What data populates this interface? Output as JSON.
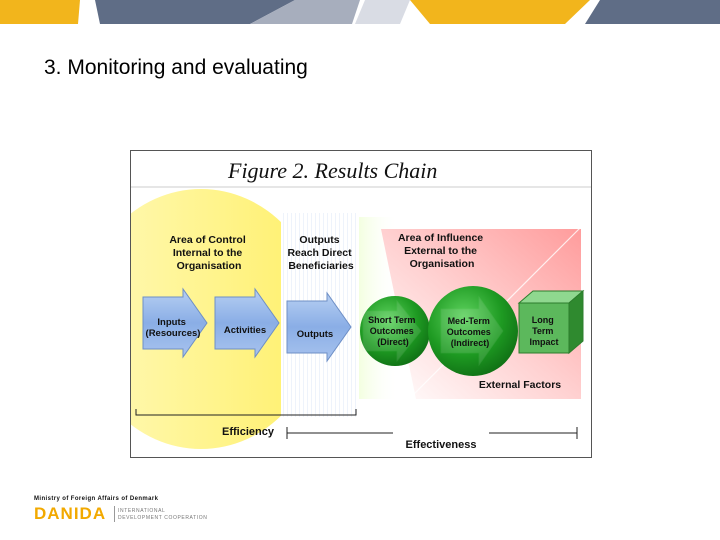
{
  "slide": {
    "title": "3. Monitoring and evaluating"
  },
  "figure": {
    "title": "Figure 2.  Results Chain",
    "zones": {
      "control": [
        "Area of Control",
        "Internal to the",
        "Organisation"
      ],
      "outputs": [
        "Outputs",
        "Reach Direct",
        "Beneficiaries"
      ],
      "influence": [
        "Area of Influence",
        "External to the",
        "Organisation"
      ],
      "external_factors": "External Factors"
    },
    "chain": {
      "inputs": [
        "Inputs",
        "(Resources)"
      ],
      "activities": "Activities",
      "outputs": "Outputs",
      "short_term": [
        "Short Term",
        "Outcomes",
        "(Direct)"
      ],
      "med_term": [
        "Med-Term",
        "Outcomes",
        "(Indirect)"
      ],
      "long_term": [
        "Long",
        "Term",
        "Impact"
      ]
    },
    "brackets": {
      "efficiency": "Efficiency",
      "effectiveness": "Effectiveness"
    }
  },
  "footer": {
    "ministry": "Ministry of Foreign Affairs of Denmark",
    "brand": "DANIDA",
    "sub1": "INTERNATIONAL",
    "sub2": "DEVELOPMENT COOPERATION"
  },
  "colors": {
    "gold": "#f2b51c",
    "slate": "#5f6d86",
    "control_zone": "#fff27a",
    "influence_zone": "#ffb7b7",
    "box_blue": "#8fb1e6",
    "circle_green": "#1f9a22",
    "cube_green": "#58b558",
    "danida_yellow": "#f2a900"
  }
}
